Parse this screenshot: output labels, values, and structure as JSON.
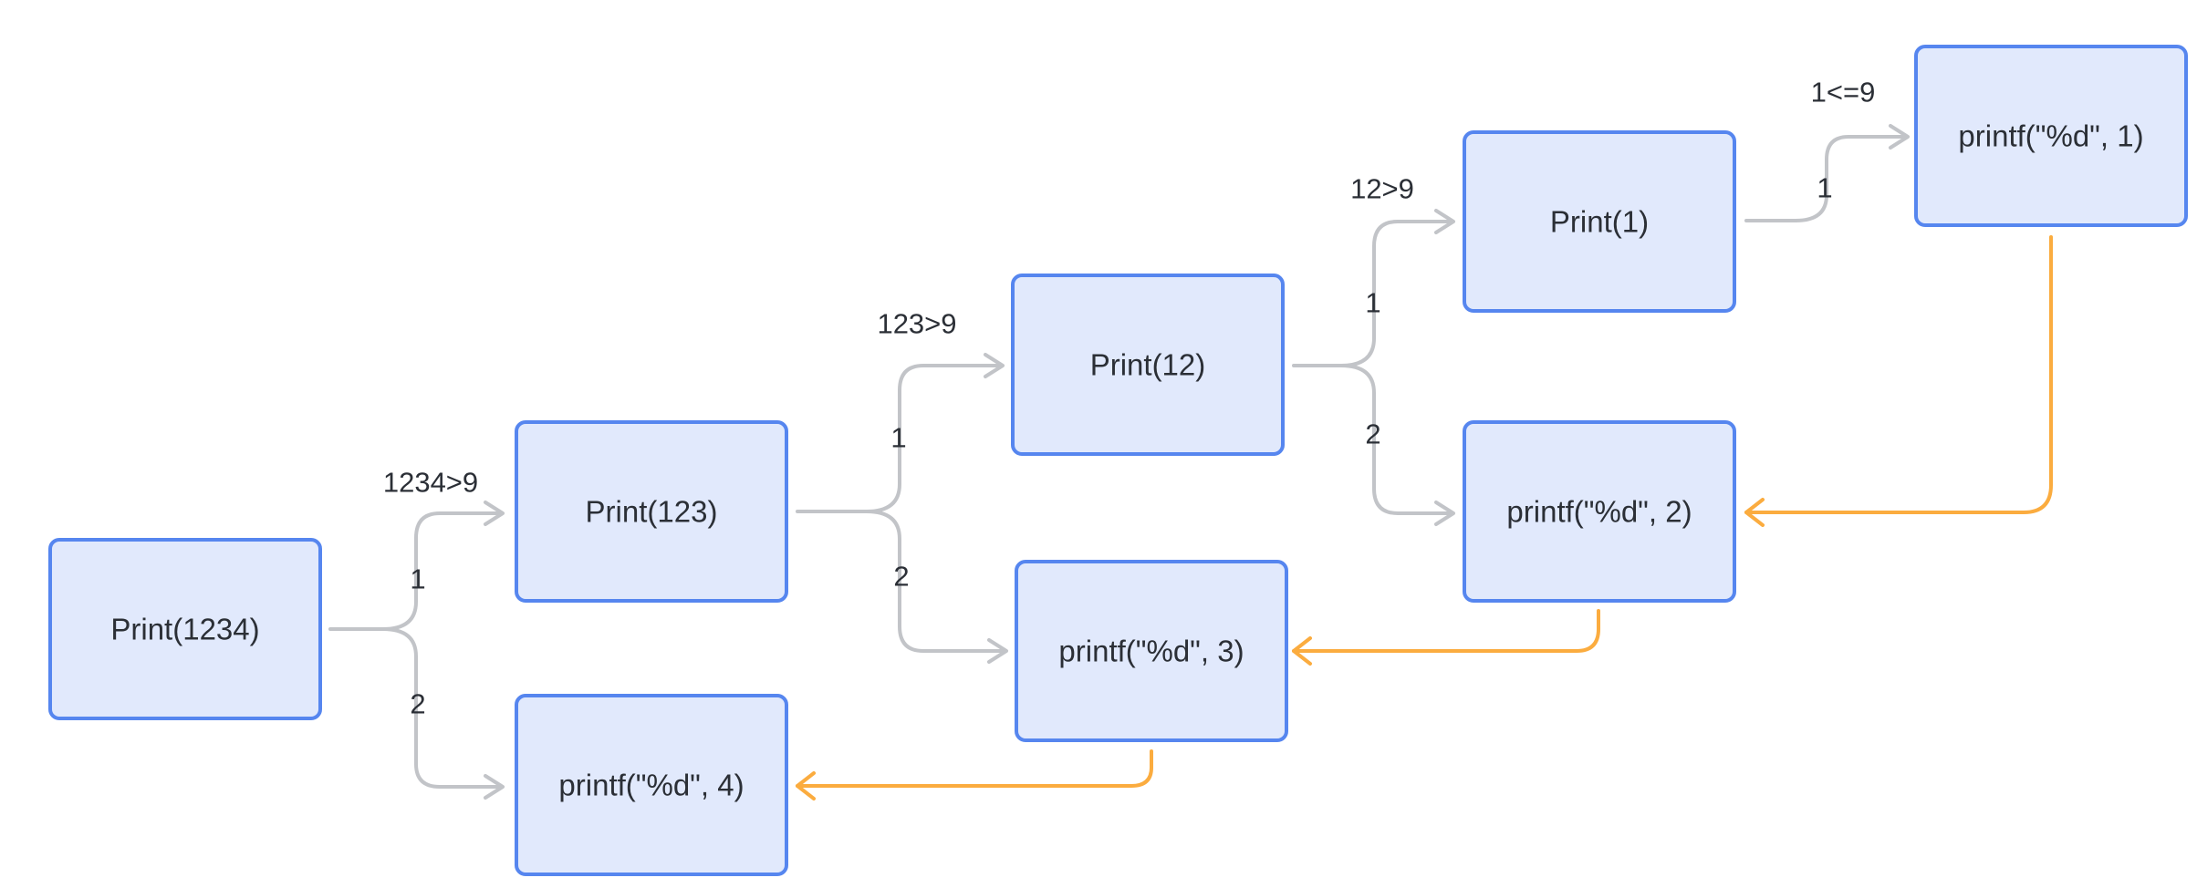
{
  "colors": {
    "node_fill": "#e1e9fc",
    "node_stroke": "#5686ef",
    "call_edge": "#c2c4c8",
    "return_edge": "#fbac3f",
    "text": "#2b2f36"
  },
  "nodes": {
    "print_1234": "Print(1234)",
    "print_123": "Print(123)",
    "print_12": "Print(12)",
    "print_1": "Print(1)",
    "printf_1": "printf(\"%d\", 1)",
    "printf_2": "printf(\"%d\", 2)",
    "printf_3": "printf(\"%d\", 3)",
    "printf_4": "printf(\"%d\", 4)"
  },
  "conditions": {
    "c_1234": "1234>9",
    "c_123": "123>9",
    "c_12": "12>9",
    "c_1": "1<=9"
  },
  "step_labels": {
    "s_1234_1": "1",
    "s_1234_2": "2",
    "s_123_1": "1",
    "s_123_2": "2",
    "s_12_1": "1",
    "s_12_2": "2",
    "s_1_1": "1"
  }
}
